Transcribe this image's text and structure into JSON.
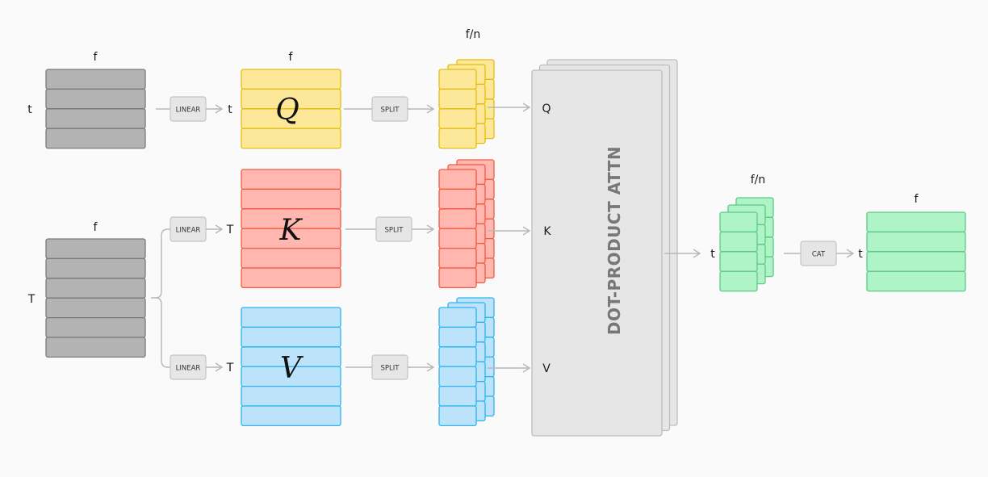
{
  "diagram": {
    "title": "Multi-head attention: linear projection, split, dot-product attention, concatenation",
    "colors": {
      "background": "#fafafa",
      "input": {
        "fill": "#b3b3b3",
        "stroke": "#7a7a7a"
      },
      "query": {
        "fill": "#fde89a",
        "stroke": "#e3bd12"
      },
      "key": {
        "fill": "#ffb7b0",
        "stroke": "#f25a42"
      },
      "value": {
        "fill": "#bde3fb",
        "stroke": "#2db4ef"
      },
      "output": {
        "fill": "#aef4c6",
        "stroke": "#5ec888"
      },
      "op": {
        "fill": "#e6e6e6",
        "stroke": "#c4c4c4"
      },
      "attn": {
        "fill": "#e6e6e6",
        "stroke": "#bdbdbd",
        "text": "#777777"
      },
      "arrow": "#b8b8b8"
    },
    "inputs": [
      {
        "id": "query-input",
        "col_label": "f",
        "row_label": "t",
        "rows": 4
      },
      {
        "id": "kv-input",
        "col_label": "f",
        "row_label": "T",
        "rows": 6
      }
    ],
    "ops": {
      "linear": "LINEAR",
      "split": "SPLIT",
      "cat": "CAT"
    },
    "projections": [
      {
        "id": "q",
        "letter": "Q",
        "col_label": "f",
        "row_label": "t",
        "rows": 4
      },
      {
        "id": "k",
        "letter": "K",
        "row_label": "T",
        "rows": 6
      },
      {
        "id": "v",
        "letter": "V",
        "row_label": "T",
        "rows": 6
      }
    ],
    "split_label": "f/n",
    "heads": 3,
    "attention": {
      "label": "DOT-PRODUCT ATTN",
      "inputs": [
        "Q",
        "K",
        "V"
      ],
      "layers": 3
    },
    "output_split": {
      "col_label": "f/n",
      "row_label": "t",
      "rows": 4
    },
    "output": {
      "col_label": "f",
      "row_label": "t",
      "rows": 4
    }
  }
}
